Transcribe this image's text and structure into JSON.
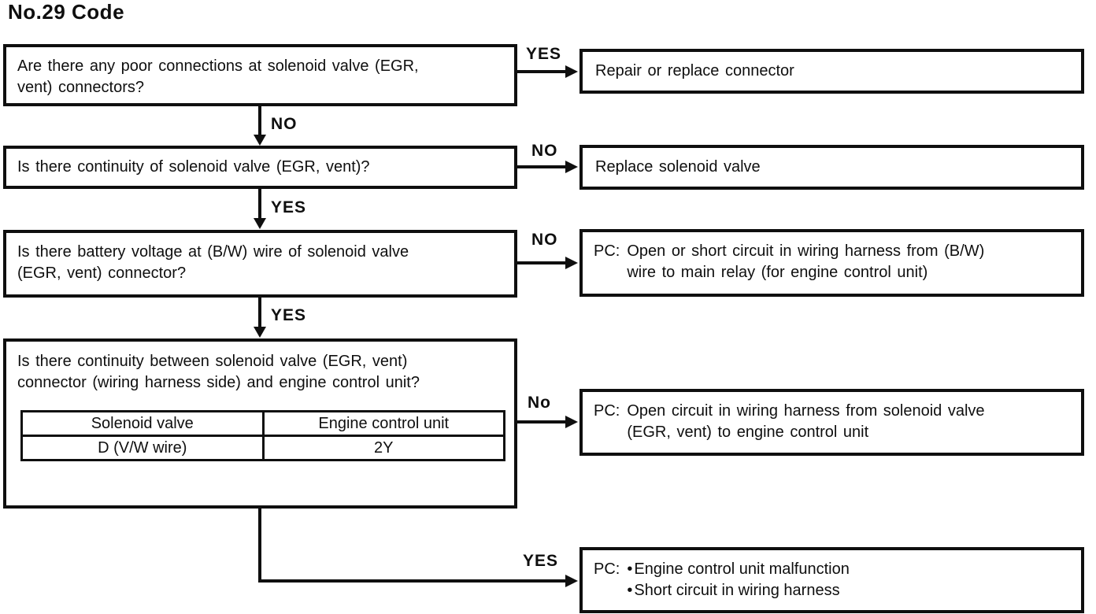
{
  "page": {
    "title": "No.29 Code"
  },
  "colors": {
    "ink": "#0f0f0f",
    "paper": "#ffffff"
  },
  "flowchart": {
    "questions": [
      {
        "text": "Are there any poor connections at solenoid valve (EGR,\nvent) connectors?"
      },
      {
        "text": "Is there continuity of solenoid valve (EGR, vent)?"
      },
      {
        "text": "Is there battery voltage at (B/W) wire of solenoid valve\n(EGR, vent) connector?"
      },
      {
        "text": "Is there continuity between solenoid valve (EGR, vent)\nconnector (wiring harness side) and engine control unit?"
      }
    ],
    "table": {
      "headers": [
        "Solenoid valve",
        "Engine control unit"
      ],
      "row": [
        "D (V/W wire)",
        "2Y"
      ]
    },
    "results": [
      {
        "text": "Repair or replace connector"
      },
      {
        "text": "Replace solenoid valve"
      },
      {
        "prefix": "PC:",
        "text": "Open or short circuit in wiring harness from (B/W)\nwire to main relay (for engine control unit)"
      },
      {
        "prefix": "PC:",
        "text": "Open circuit in wiring harness from solenoid valve\n(EGR, vent) to engine control unit"
      },
      {
        "prefix": "PC:",
        "bullet_char": "•",
        "bullets": [
          "Engine control unit malfunction",
          "Short circuit in wiring harness"
        ]
      }
    ],
    "labels": {
      "yes1": "YES",
      "no1": "NO",
      "no2": "NO",
      "yes2": "YES",
      "no3": "NO",
      "yes3": "YES",
      "no4": "No",
      "yes4": "YES"
    }
  }
}
